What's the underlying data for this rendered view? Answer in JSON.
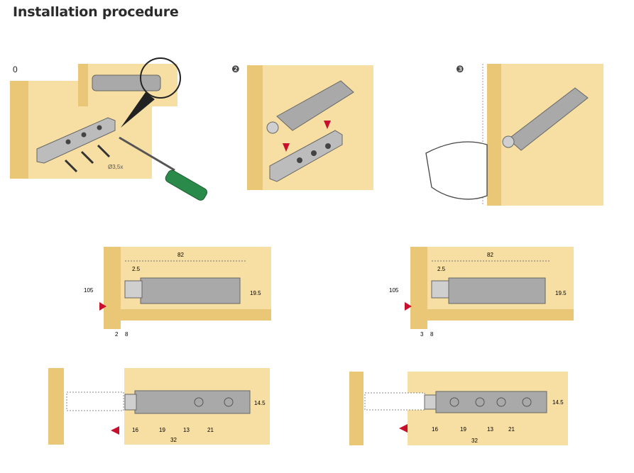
{
  "title": "Installation procedure",
  "steps": [
    {
      "marker": "0",
      "screw_label": "Ø3,5x"
    },
    {
      "marker": "❷"
    },
    {
      "marker": "❸"
    }
  ],
  "side_view_left": {
    "top": "82",
    "gap": "2.5",
    "left": "105",
    "right": "19.5",
    "bottom_a": "2",
    "bottom_b": "8"
  },
  "side_view_right": {
    "top": "82",
    "gap": "2.5",
    "left": "105",
    "right": "19.5",
    "bottom_a": "3",
    "bottom_b": "8"
  },
  "top_view_left": {
    "right": "14.5",
    "d1": "16",
    "d2": "19",
    "d3": "13",
    "d4": "21",
    "total": "32"
  },
  "top_view_right": {
    "right": "14.5",
    "d1": "16",
    "d2": "19",
    "d3": "13",
    "d4": "21",
    "total": "32"
  },
  "colors": {
    "wood": "#f7dfa4",
    "wood_edge": "#e9c777",
    "device": "#a9a9a9",
    "accent": "#c8102e",
    "handle": "#2a8a4a"
  }
}
